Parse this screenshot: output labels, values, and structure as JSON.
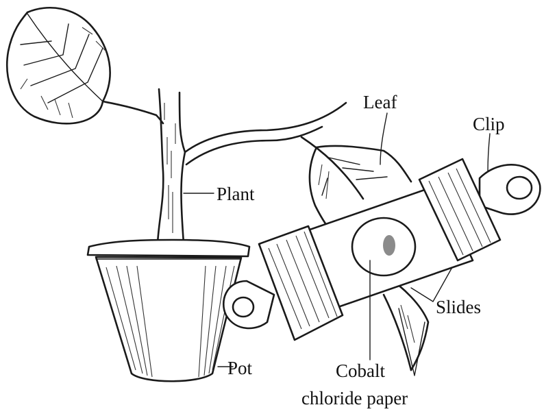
{
  "labels": {
    "plant": "Plant",
    "leaf": "Leaf",
    "clip": "Clip",
    "slides": "Slides",
    "pot": "Pot",
    "cobalt_line1": "Cobalt",
    "cobalt_line2": "chloride paper"
  }
}
